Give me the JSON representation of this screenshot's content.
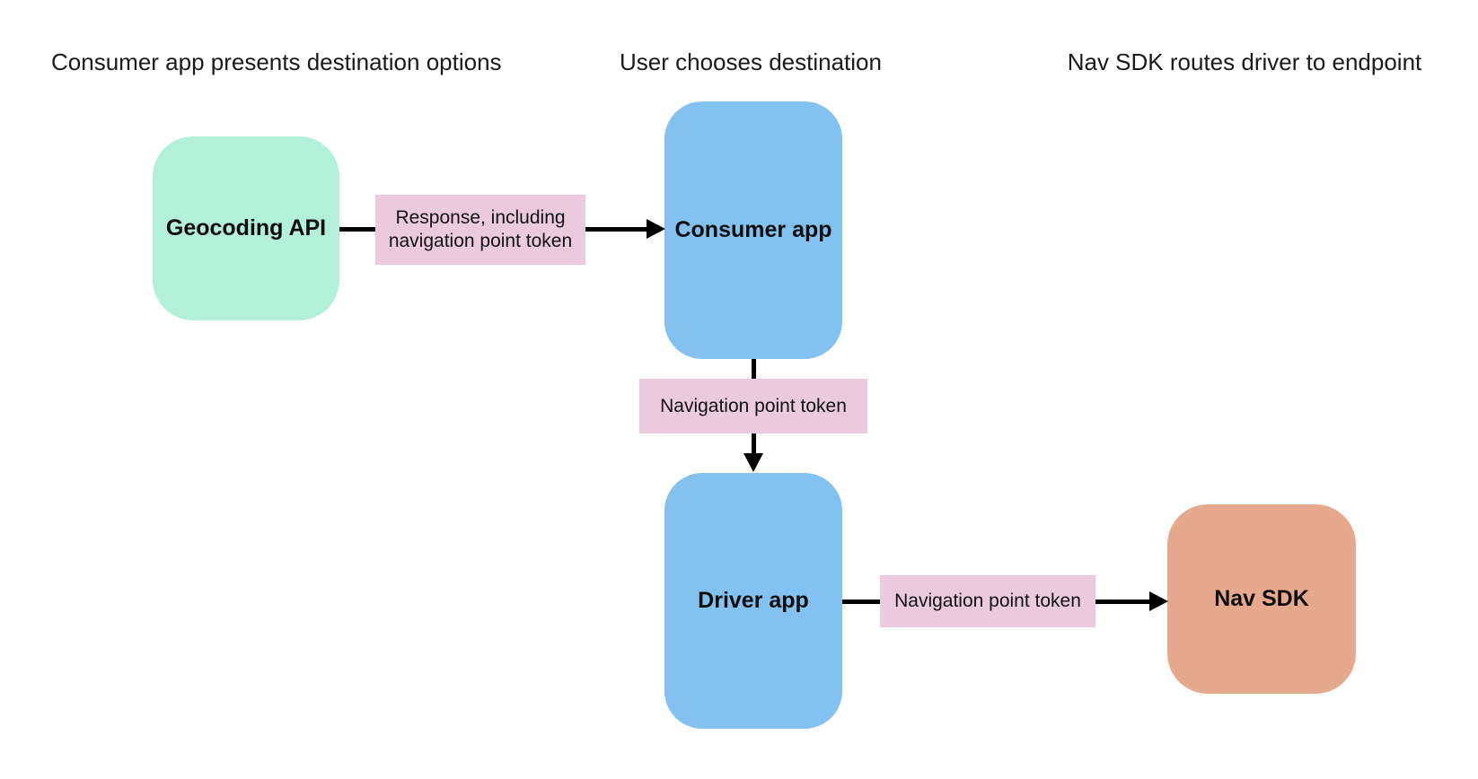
{
  "diagram": {
    "background_color": "#ffffff",
    "arrow_color": "#000000",
    "headings": [
      {
        "text": "Consumer app presents destination options"
      },
      {
        "text": "User chooses destination"
      },
      {
        "text": "Nav SDK routes driver to endpoint"
      }
    ],
    "nodes": [
      {
        "id": "geocoding-api",
        "label": "Geocoding API",
        "color": "#b2f0d9"
      },
      {
        "id": "consumer-app",
        "label": "Consumer app",
        "color": "#83c2f0"
      },
      {
        "id": "driver-app",
        "label": "Driver app",
        "color": "#83c2f0"
      },
      {
        "id": "nav-sdk",
        "label": "Nav SDK",
        "color": "#e7a98e"
      }
    ],
    "edges": [
      {
        "from": "geocoding-api",
        "to": "consumer-app",
        "direction": "right",
        "label": "Response, including navigation point token",
        "label_color": "#eccade"
      },
      {
        "from": "consumer-app",
        "to": "driver-app",
        "direction": "down",
        "label": "Navigation point token",
        "label_color": "#eccade"
      },
      {
        "from": "driver-app",
        "to": "nav-sdk",
        "direction": "right",
        "label": "Navigation point token",
        "label_color": "#eccade"
      }
    ]
  }
}
